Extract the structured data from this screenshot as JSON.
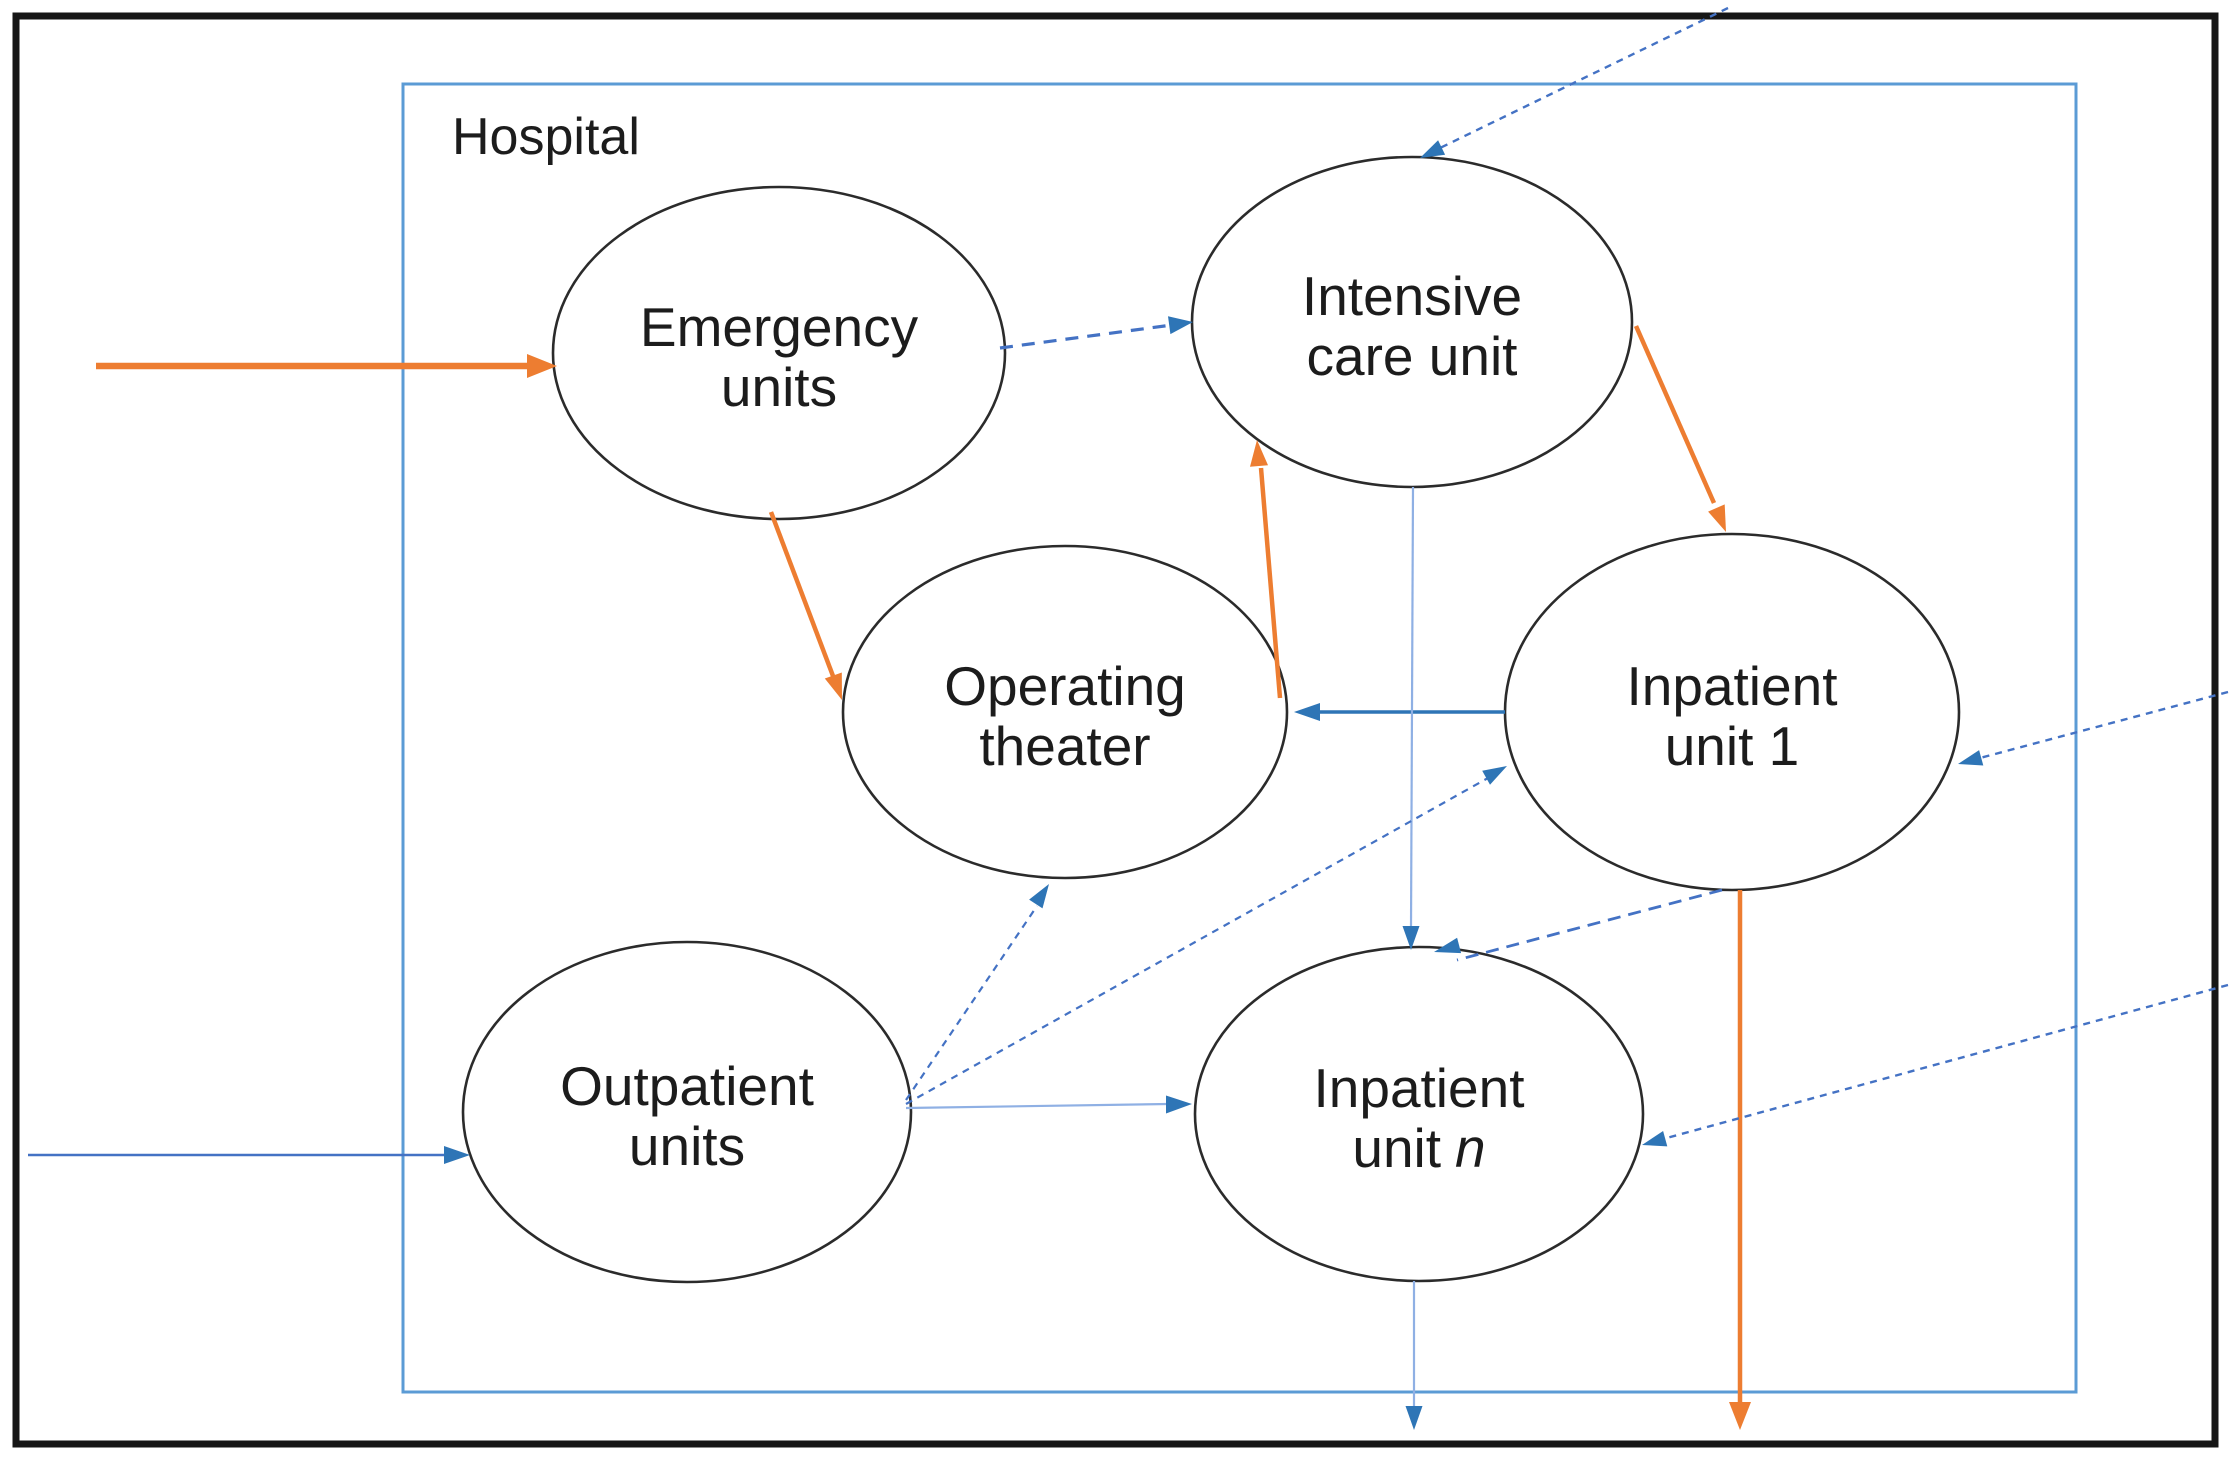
{
  "figure": {
    "type": "patient-flow-diagram",
    "container": {
      "label": "Hospital"
    },
    "nodes": [
      {
        "id": "emergency-units",
        "line1": "Emergency",
        "line2": "units"
      },
      {
        "id": "intensive-care-unit",
        "line1": "Intensive",
        "line2": "care unit"
      },
      {
        "id": "operating-theater",
        "line1": "Operating",
        "line2": "theater"
      },
      {
        "id": "inpatient-unit-1",
        "line1": "Inpatient",
        "line2": "unit 1"
      },
      {
        "id": "outpatient-units",
        "line1": "Outpatient",
        "line2": "units"
      },
      {
        "id": "inpatient-unit-n",
        "line1": "Inpatient",
        "line2": "unit",
        "line2_italic": "n"
      }
    ],
    "edges": [
      {
        "from": "outside-left",
        "to": "emergency-units",
        "color": "orange",
        "style": "solid"
      },
      {
        "from": "emergency-units",
        "to": "operating-theater",
        "color": "orange",
        "style": "solid"
      },
      {
        "from": "operating-theater",
        "to": "intensive-care-unit",
        "color": "orange",
        "style": "solid"
      },
      {
        "from": "intensive-care-unit",
        "to": "inpatient-unit-1",
        "color": "orange",
        "style": "solid"
      },
      {
        "from": "inpatient-unit-1",
        "to": "outside-bottom",
        "color": "orange",
        "style": "solid"
      },
      {
        "from": "emergency-units",
        "to": "intensive-care-unit",
        "color": "blue",
        "style": "dashed"
      },
      {
        "from": "outside-top-right",
        "to": "intensive-care-unit",
        "color": "blue",
        "style": "dashed"
      },
      {
        "from": "inpatient-unit-1",
        "to": "operating-theater",
        "color": "blue",
        "style": "solid"
      },
      {
        "from": "inpatient-unit-1",
        "to": "inpatient-unit-n",
        "color": "blue",
        "style": "dashed"
      },
      {
        "from": "intensive-care-unit",
        "to": "inpatient-unit-n",
        "color": "light-blue",
        "style": "solid"
      },
      {
        "from": "inpatient-unit-n",
        "to": "outside-bottom",
        "color": "light-blue",
        "style": "solid"
      },
      {
        "from": "outside-left",
        "to": "outpatient-units",
        "color": "blue",
        "style": "solid"
      },
      {
        "from": "outpatient-units",
        "to": "operating-theater",
        "color": "blue",
        "style": "dashed"
      },
      {
        "from": "outpatient-units",
        "to": "inpatient-unit-1",
        "color": "blue",
        "style": "dashed"
      },
      {
        "from": "outpatient-units",
        "to": "inpatient-unit-n",
        "color": "light-blue",
        "style": "solid"
      },
      {
        "from": "outside-right",
        "to": "inpatient-unit-1",
        "color": "blue",
        "style": "dashed"
      },
      {
        "from": "outside-right",
        "to": "inpatient-unit-n",
        "color": "blue",
        "style": "dashed"
      }
    ],
    "colors": {
      "orange": "#ED7D31",
      "blue_strong": "#2E75B6",
      "blue": "#4472C4",
      "light_blue": "#8FB0E4",
      "box_blue": "#5B9BD5",
      "node_stroke": "#2b2b2b",
      "text": "#1c1c1c",
      "frame": "#161616"
    }
  }
}
